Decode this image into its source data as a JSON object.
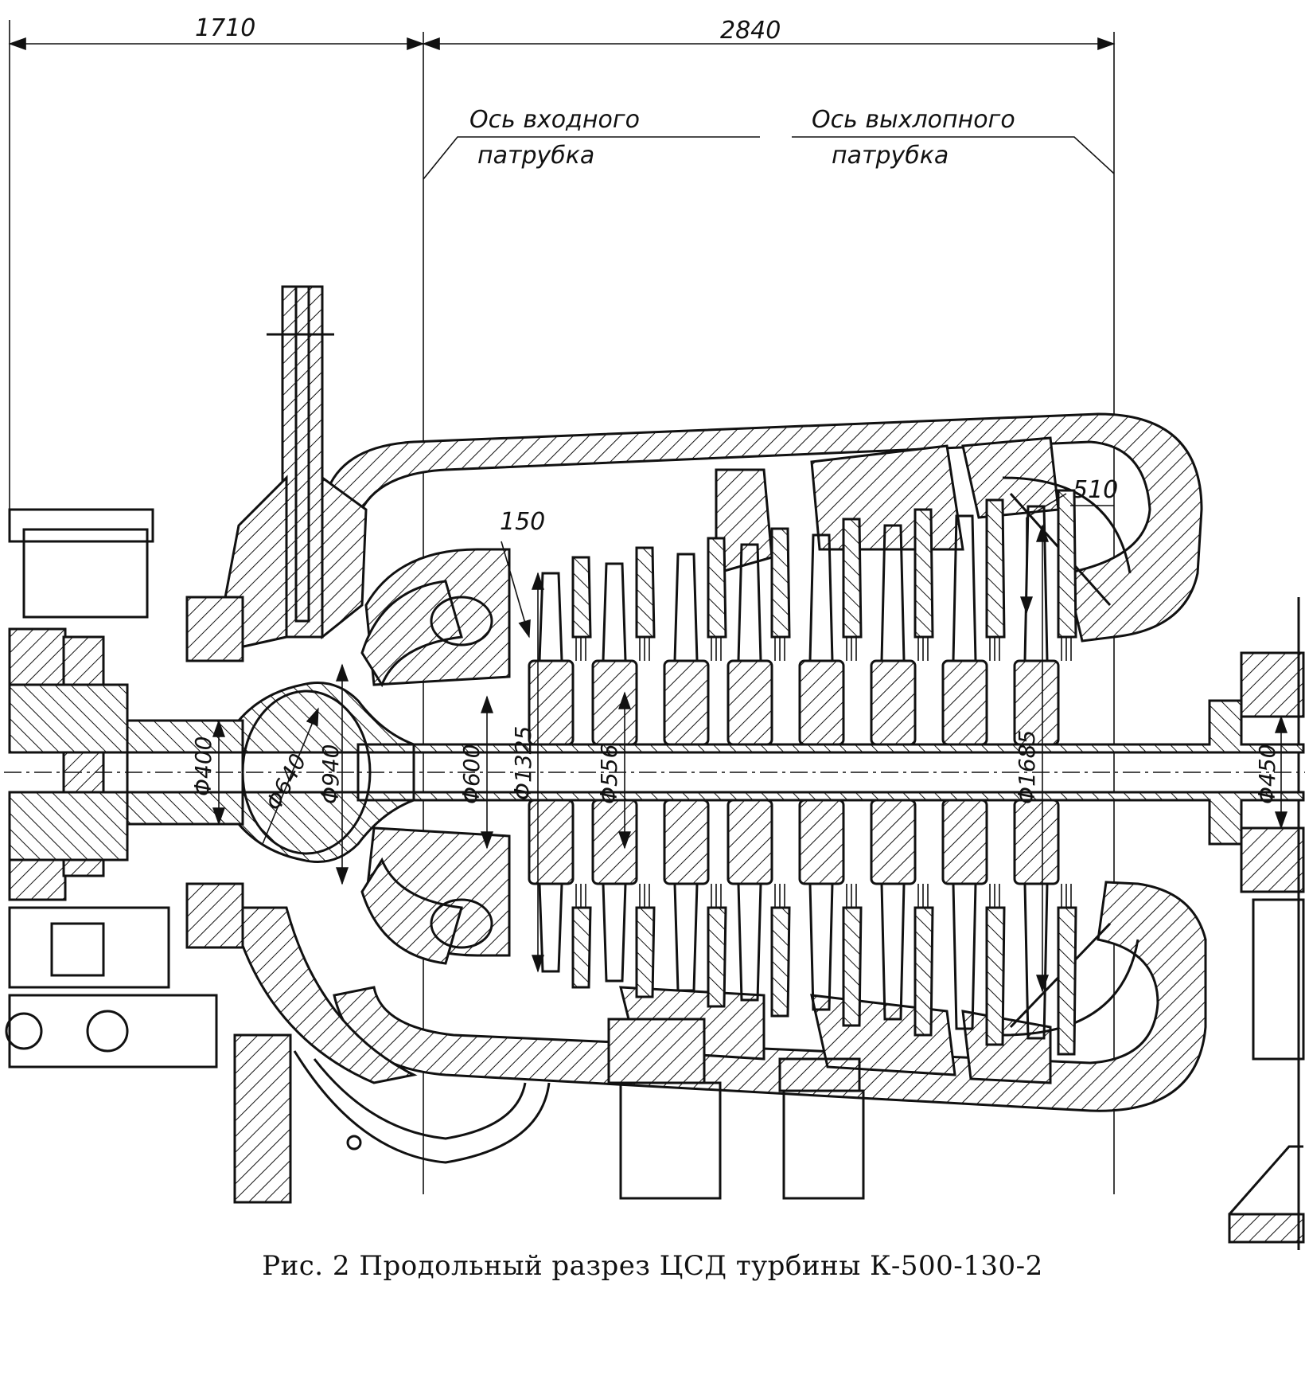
{
  "caption": "Рис. 2  Продольный разрез ЦСД турбины К-500-130-2",
  "dimensions": {
    "left_span": "1710",
    "right_span": "2840",
    "d150": "150",
    "d510": "510"
  },
  "notes": {
    "inlet_axis_line1": "Ось входного",
    "inlet_axis_line2": "патрубка",
    "exhaust_axis_line1": "Ось выхлопного",
    "exhaust_axis_line2": "патрубка"
  },
  "diameters": {
    "d400": "Φ400",
    "d640": "Φ640",
    "d940": "Φ940",
    "d600": "Φ600",
    "d1325": "Φ1325",
    "d556": "Φ556",
    "d1685": "Φ1685",
    "d450": "Φ450"
  }
}
